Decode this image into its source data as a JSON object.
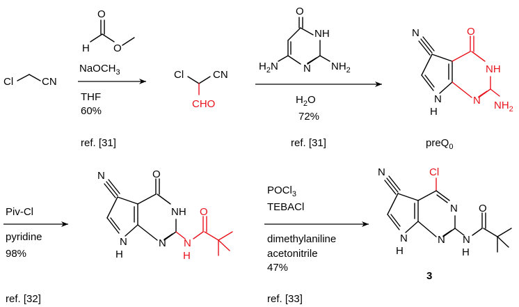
{
  "scheme": {
    "start": {
      "cl": "Cl",
      "cn": "CN"
    },
    "step1": {
      "reagent_h": "H",
      "reagent_o1": "O",
      "reagent_o2": "O",
      "cond1": "NaOCH",
      "cond1_sub": "3",
      "cond2": "THF",
      "yield": "60%",
      "ref": "ref. [31]"
    },
    "intermediate1": {
      "cl": "Cl",
      "cn": "CN",
      "cho": "CHO"
    },
    "step2": {
      "reagent_o": "O",
      "reagent_nh": "NH",
      "reagent_n": "N",
      "reagent_h2n": "H",
      "reagent_h2n_sub": "2",
      "reagent_h2n_n": "N",
      "reagent_nh2": "NH",
      "reagent_nh2_sub": "2",
      "cond1": "H",
      "cond1_sub": "2",
      "cond1_tail": "O",
      "yield": "72%",
      "ref": "ref. [31]"
    },
    "preq0": {
      "n_top": "N",
      "o": "O",
      "nh": "NH",
      "n": "N",
      "nh_pyrrole_n": "N",
      "nh_pyrrole_h": "H",
      "nh2": "NH",
      "nh2_sub": "2",
      "label": "preQ",
      "label_sub": "0"
    },
    "step3": {
      "cond1": "Piv-Cl",
      "cond2": "pyridine",
      "yield": "98%",
      "ref": "ref. [32]"
    },
    "intermediate2": {
      "n_top": "N",
      "o": "O",
      "nh": "NH",
      "n": "N",
      "pyrrole_n": "N",
      "pyrrole_h": "H",
      "amide_n": "N",
      "amide_h": "H",
      "amide_o": "O"
    },
    "step4": {
      "cond1": "POCl",
      "cond1_sub": "3",
      "cond2": "TEBACl",
      "cond3": "dimethylaniline",
      "cond4": "acetonitrile",
      "yield": "47%",
      "ref": "ref. [33]"
    },
    "product": {
      "n_top": "N",
      "cl": "Cl",
      "n1": "N",
      "n2": "N",
      "pyrrole_n": "N",
      "pyrrole_h": "H",
      "amide_n": "N",
      "amide_h": "H",
      "amide_o": "O",
      "label": "3"
    }
  }
}
